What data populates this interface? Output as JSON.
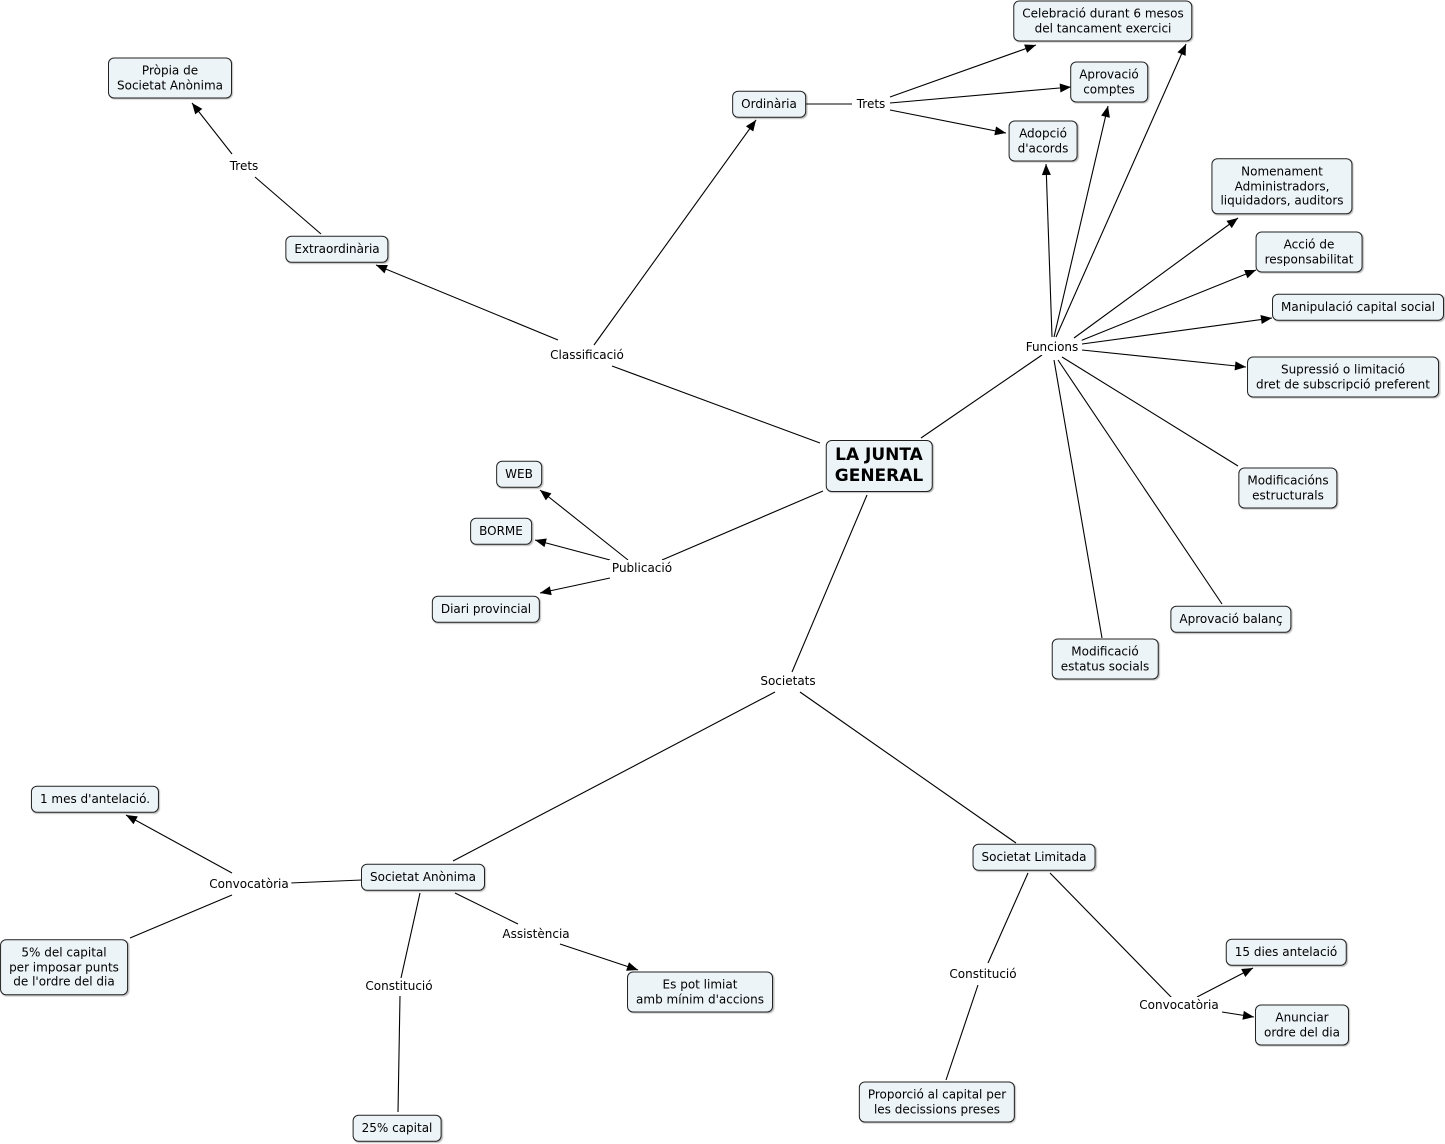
{
  "concepts": {
    "main": "LA JUNTA\nGENERAL",
    "propia_sa": "Pròpia de\nSocietat Anònima",
    "extraordinaria": "Extraordinària",
    "ordinaria": "Ordinària",
    "celebracio": "Celebració durant 6 mesos\ndel tancament exercici",
    "aprovacio_comptes": "Aprovació\ncomptes",
    "adopcio": "Adopció\nd'acords",
    "nomenament": "Nomenament\nAdministradors,\nliquidadors, auditors",
    "accio": "Acció de\nresponsabilitat",
    "manipulacio": "Manipulació capital social",
    "supressio": "Supressió o limitació\ndret de subscripció preferent",
    "modificacions": "Modificacións\nestructurals",
    "aprovacio_balanc": "Aprovació balanç",
    "modificacio_estatus": "Modificació\nestatus socials",
    "web": "WEB",
    "borme": "BORME",
    "diari": "Diari provincial",
    "societat_anonima": "Societat Anònima",
    "societat_limitada": "Societat Limitada",
    "un_mes": "1 mes d'antelació.",
    "cinc_pct": "5% del capital\nper imposar punts\nde l'ordre del dia",
    "es_pot_limitar": "Es pot limiat\namb mínim d'accions",
    "vint_cinc_pct": "25% capital",
    "proporcio": "Proporció al capital per\nles decissions preses",
    "quinze_dies": "15 dies antelació",
    "anunciar": "Anunciar\nordre del dia"
  },
  "links": {
    "trets_extra": "Trets",
    "classificacio": "Classificació",
    "trets_ord": "Trets",
    "funcions": "Funcions",
    "publicacio": "Publicació",
    "societats": "Societats",
    "convocatoria_sa": "Convocatòria",
    "constitucio_sa": "Constitució",
    "assistencia": "Assistència",
    "constitucio_sl": "Constitució",
    "convocatoria_sl": "Convocatòria"
  }
}
